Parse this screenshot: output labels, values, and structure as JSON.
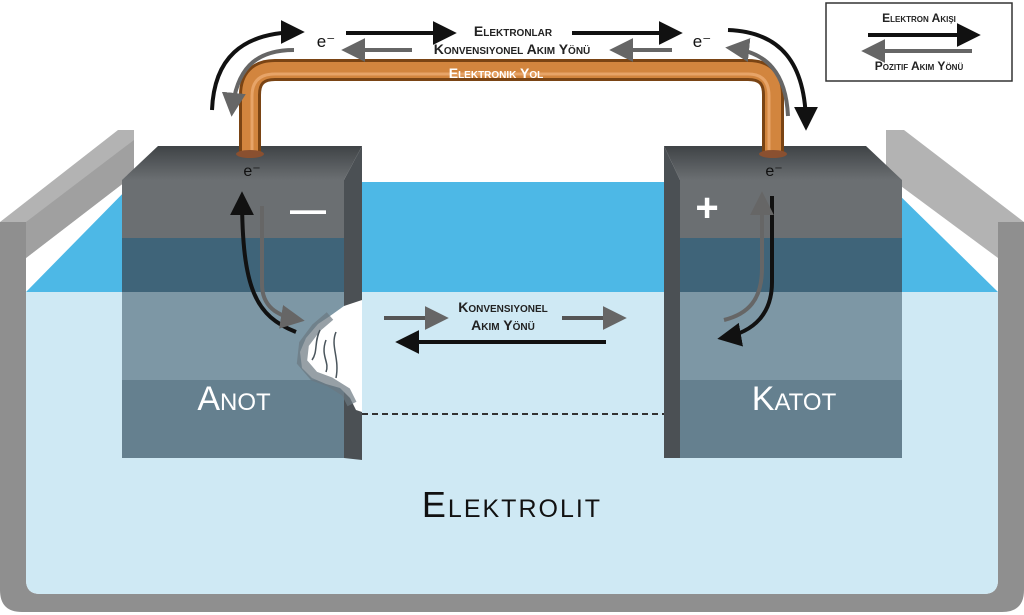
{
  "diagram": {
    "labels": {
      "electrons": "Elektronlar",
      "conventional_current_top": "Konvensiyonel Akım Yönü",
      "electronic_path": "Elektronik Yol",
      "conventional_current_middle_line1": "Konvensiyonel",
      "conventional_current_middle_line2": "Akım Yönü",
      "anode": "Anot",
      "cathode": "Katot",
      "electrolyte": "Elektrolit",
      "electron_symbol": "e⁻",
      "anode_sign": "—",
      "cathode_sign": "+"
    },
    "legend": {
      "electron_flow": "Elektron Akışı",
      "positive_current": "Pozitif Akım Yönü"
    },
    "colors": {
      "electrolyte_light": "#cfe9f4",
      "electrolyte_top": "#4db8e6",
      "wire": "#c8762c",
      "electrode_dark": "#5b6770",
      "electron_arrow": "#111111",
      "current_arrow": "#555555",
      "container": "#9a9a9a"
    }
  }
}
